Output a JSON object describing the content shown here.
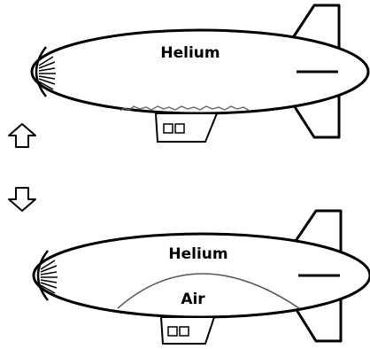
{
  "blimps": [
    {
      "id": "top",
      "upper_label": "Helium",
      "lower_label": ""
    },
    {
      "id": "bottom",
      "upper_label": "Helium",
      "lower_label": "Air"
    }
  ],
  "arrows": [
    {
      "direction": "up",
      "icon": "up-arrow-icon"
    },
    {
      "direction": "down",
      "icon": "down-arrow-icon"
    }
  ]
}
